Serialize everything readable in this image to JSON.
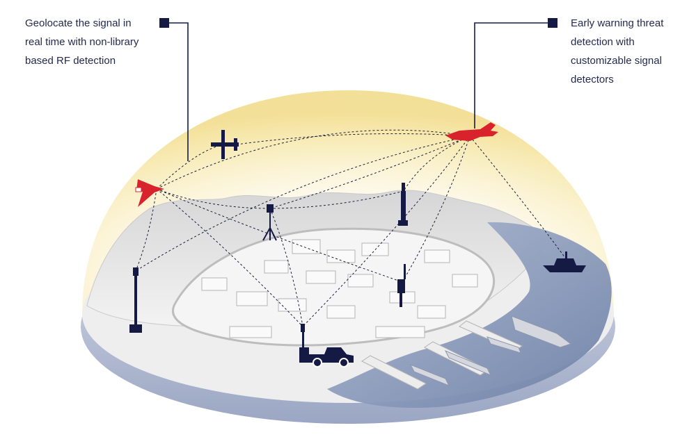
{
  "callouts": {
    "left": {
      "lines": [
        "Geolocate the signal in",
        "real time with non-library",
        "based RF detection"
      ]
    },
    "right": {
      "lines": [
        "Early warning threat",
        "detection with",
        "customizable signal",
        "detectors"
      ]
    }
  },
  "colors": {
    "navy": "#141a44",
    "threat_red": "#d9232c",
    "dome_glow": "#f6e7a8",
    "water": "#95a6c4",
    "terrain": "#e9e9e9"
  },
  "icons": [
    "fighter-jet-icon",
    "drone-icon",
    "fixed-wing-uav-icon",
    "sensor-tower-icon",
    "tripod-sensor-icon",
    "pickup-truck-icon",
    "patrol-boat-icon",
    "warship-icon"
  ]
}
